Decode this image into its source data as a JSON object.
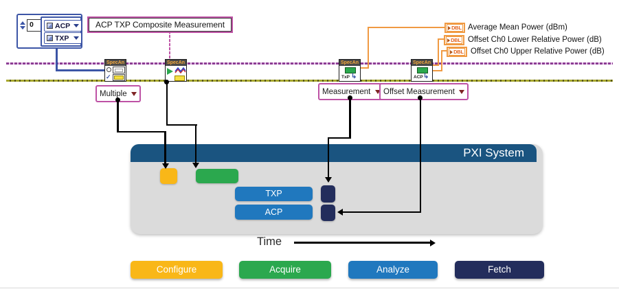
{
  "diagram": {
    "array_control": {
      "index_value": "0",
      "rings": [
        {
          "label": "ACP"
        },
        {
          "label": "TXP"
        }
      ]
    },
    "flow_label": "ACP TXP Composite Measurement",
    "vis": [
      {
        "header": "SpecAn",
        "role": "configure"
      },
      {
        "header": "SpecAn",
        "role": "initiate"
      },
      {
        "header": "SpecAn",
        "role": "fetch-txp",
        "sub": "TxP"
      },
      {
        "header": "SpecAn",
        "role": "fetch-acp",
        "sub": "ACP"
      }
    ],
    "dropdowns": [
      {
        "label": "Multiple"
      },
      {
        "label": "Measurement"
      },
      {
        "label": "Offset Measurement"
      }
    ],
    "outputs": [
      {
        "type": "DBL",
        "label": "Average Mean Power (dBm)"
      },
      {
        "type": "DBL",
        "label": "Offset Ch0 Lower Relative Power (dB)"
      },
      {
        "type": "DBL",
        "label": "Offset Ch0 Upper Relative Power (dB)"
      }
    ]
  },
  "pxi": {
    "title": "PXI System",
    "bars": [
      {
        "label": "TXP"
      },
      {
        "label": "ACP"
      }
    ],
    "time_label": "Time"
  },
  "legend": {
    "items": [
      {
        "label": "Configure",
        "color": "#F9B718"
      },
      {
        "label": "Acquire",
        "color": "#2BA84E"
      },
      {
        "label": "Analyze",
        "color": "#2078BE"
      },
      {
        "label": "Fetch",
        "color": "#232D5C"
      }
    ]
  },
  "colors": {
    "pxi_header": "#1A5480",
    "pxi_body": "#DBDBDB",
    "wire_purple": "#8C3D94",
    "wire_error": "#A8A82E",
    "wire_blue": "#3C55A6",
    "wire_orange": "#F09A42",
    "accent_pink": "#BE52A5"
  }
}
